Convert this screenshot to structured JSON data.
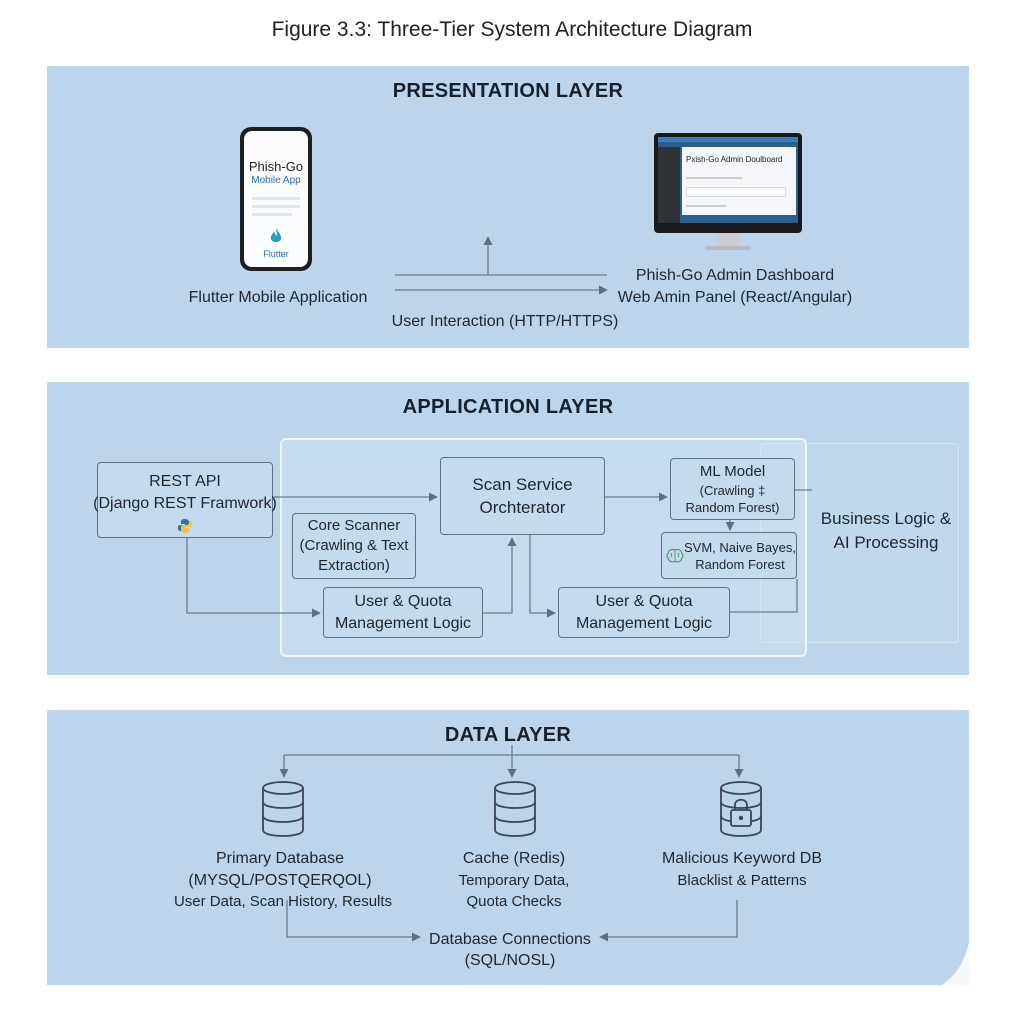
{
  "figure_title": "Figure 3.3: Three-Tier System Architecture Diagram",
  "presentation": {
    "title": "PRESENTATION LAYER",
    "phone": {
      "app_name": "Phish-Go",
      "app_sub": "Mobile App",
      "framework": "Flutter"
    },
    "phone_label": "Flutter Mobile Application",
    "monitor": {
      "screen_title": "Pxish-Go Admin Doulboard"
    },
    "admin_label_1": "Phish-Go Admin Dashboard",
    "admin_label_2": "Web Amin Panel (React/Angular)",
    "interaction_label": "User Interaction (HTTP/HTTPS)"
  },
  "application": {
    "title": "APPLICATION LAYER",
    "rest_api": {
      "line1": "REST API",
      "line2": "(Django REST Framwork)"
    },
    "orchestrator": {
      "line1": "Scan Service",
      "line2": "Orchterator"
    },
    "ml_model": {
      "line1": "ML Model",
      "line2": "(Crawling ‡",
      "line3": "Random Forest)"
    },
    "core_scanner": {
      "line1": "Core Scanner",
      "line2": "(Crawling & Text",
      "line3": "Extraction)"
    },
    "svm": {
      "line1": "SVM, Naive Bayes,",
      "line2": "Random Forest"
    },
    "quota_left": {
      "line1": "User & Quota",
      "line2": "Management Logic"
    },
    "quota_right": {
      "line1": "User & Quota",
      "line2": "Management Logic"
    },
    "business_logic": {
      "line1": "Business Logic &",
      "line2": "AI Processing"
    }
  },
  "data": {
    "title": "DATA LAYER",
    "primary_db": {
      "line1": "Primary Database",
      "line2": "(MYSQL/POSTQERQOL)",
      "line3": "User Data, Scan History, Results"
    },
    "cache": {
      "line1": "Cache (Redis)",
      "line2": "Temporary Data,",
      "line3": "Quota Checks"
    },
    "keyword_db": {
      "line1": "Malicious Keyword DB",
      "line2": "Blacklist & Patterns"
    },
    "connections": {
      "line1": "Database Connections",
      "line2": "(SQL/NOSL)"
    }
  }
}
